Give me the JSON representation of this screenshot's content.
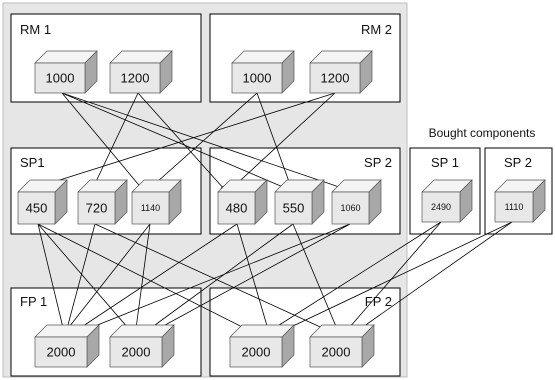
{
  "groups": {
    "rm1": "RM 1",
    "rm2": "RM 2",
    "sp1": "SP1",
    "sp2": "SP 2",
    "fp1": "FP 1",
    "fp2": "FP 2",
    "bought_heading": "Bought components",
    "bsp1": "SP 1",
    "bsp2": "SP 2"
  },
  "items": {
    "rm1_a": "1000",
    "rm1_b": "1200",
    "rm2_a": "1000",
    "rm2_b": "1200",
    "sp1_a": "450",
    "sp1_b": "720",
    "sp1_c": "1140",
    "sp2_a": "480",
    "sp2_b": "550",
    "sp2_c": "1060",
    "bsp1_a": "2490",
    "bsp2_a": "1110",
    "fp1_a": "2000",
    "fp1_b": "2000",
    "fp2_a": "2000",
    "fp2_b": "2000"
  },
  "colors": {
    "panel_bg": "#e6e6e6",
    "box_front": "#e8e8e8",
    "box_top": "#f4f4f4",
    "box_side": "#a8a8a8",
    "line": "#000000"
  }
}
